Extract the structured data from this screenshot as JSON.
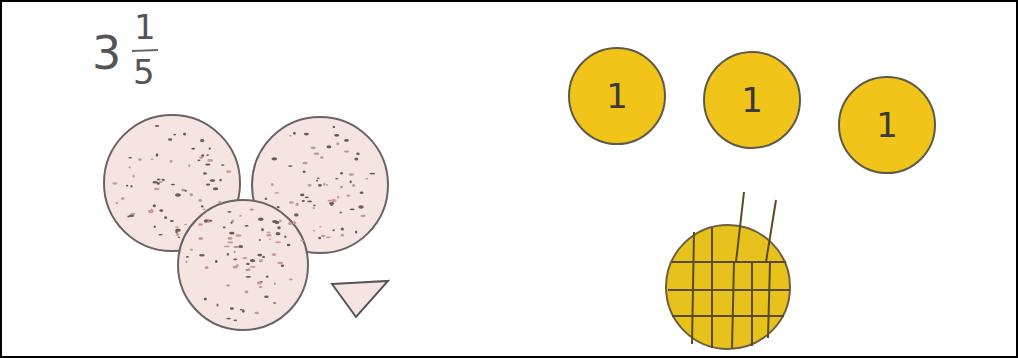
{
  "diagram": {
    "nodes": [
      {
        "text": [
          "1"
        ]
      },
      {
        "text": [
          "1"
        ]
      },
      {
        "text": [
          "1"
        ]
      }
    ],
    "labels": [
      "3",
      "1",
      "5"
    ]
  }
}
